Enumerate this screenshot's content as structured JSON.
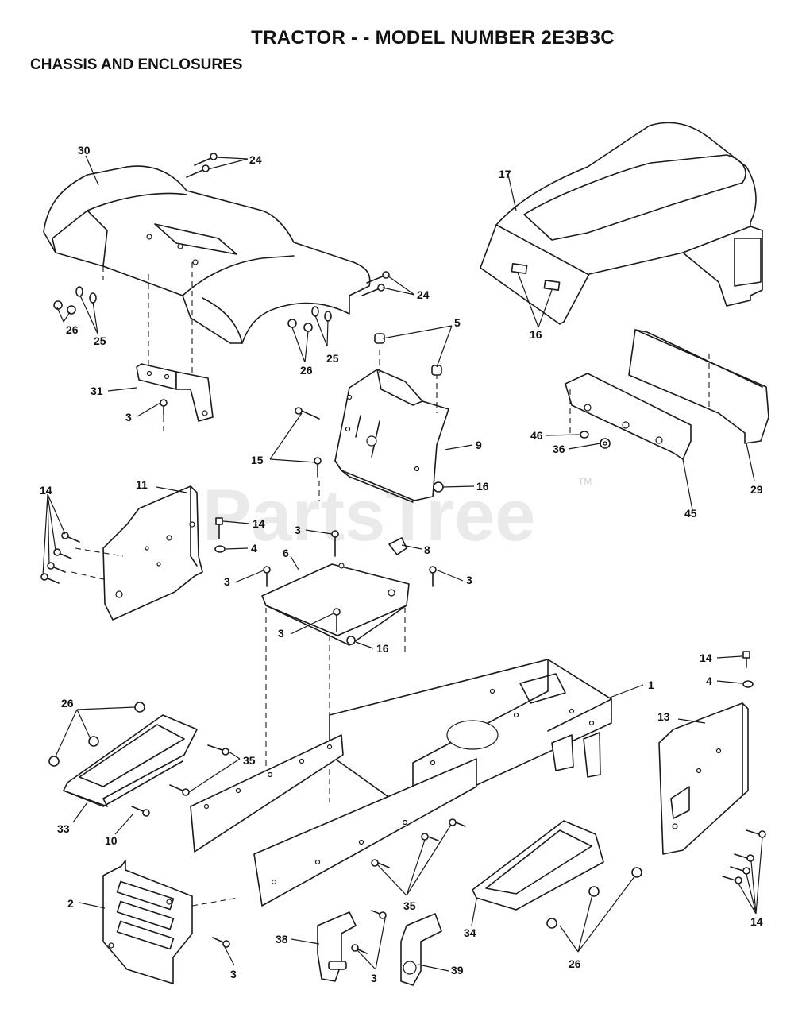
{
  "header": {
    "title": "TRACTOR - - MODEL NUMBER 2E3B3C",
    "section": "CHASSIS AND ENCLOSURES"
  },
  "watermark": {
    "text": "PartsTree",
    "tm": "TM"
  },
  "callouts": {
    "c1": "1",
    "c2": "2",
    "c3a": "3",
    "c3b": "3",
    "c3c": "3",
    "c3d": "3",
    "c3e": "3",
    "c3f": "3",
    "c3g": "3",
    "c4a": "4",
    "c4b": "4",
    "c5": "5",
    "c6": "6",
    "c8": "8",
    "c9": "9",
    "c10": "10",
    "c11": "11",
    "c13": "13",
    "c14a": "14",
    "c14b": "14",
    "c14c": "14",
    "c14d": "14",
    "c15": "15",
    "c16a": "16",
    "c16b": "16",
    "c16c": "16",
    "c17": "17",
    "c24a": "24",
    "c24b": "24",
    "c25a": "25",
    "c25b": "25",
    "c26a": "26",
    "c26b": "26",
    "c26c": "26",
    "c26d": "26",
    "c29": "29",
    "c30": "30",
    "c31": "31",
    "c33": "33",
    "c34": "34",
    "c35a": "35",
    "c35b": "35",
    "c36": "36",
    "c38": "38",
    "c39": "39",
    "c45": "45",
    "c46": "46"
  }
}
